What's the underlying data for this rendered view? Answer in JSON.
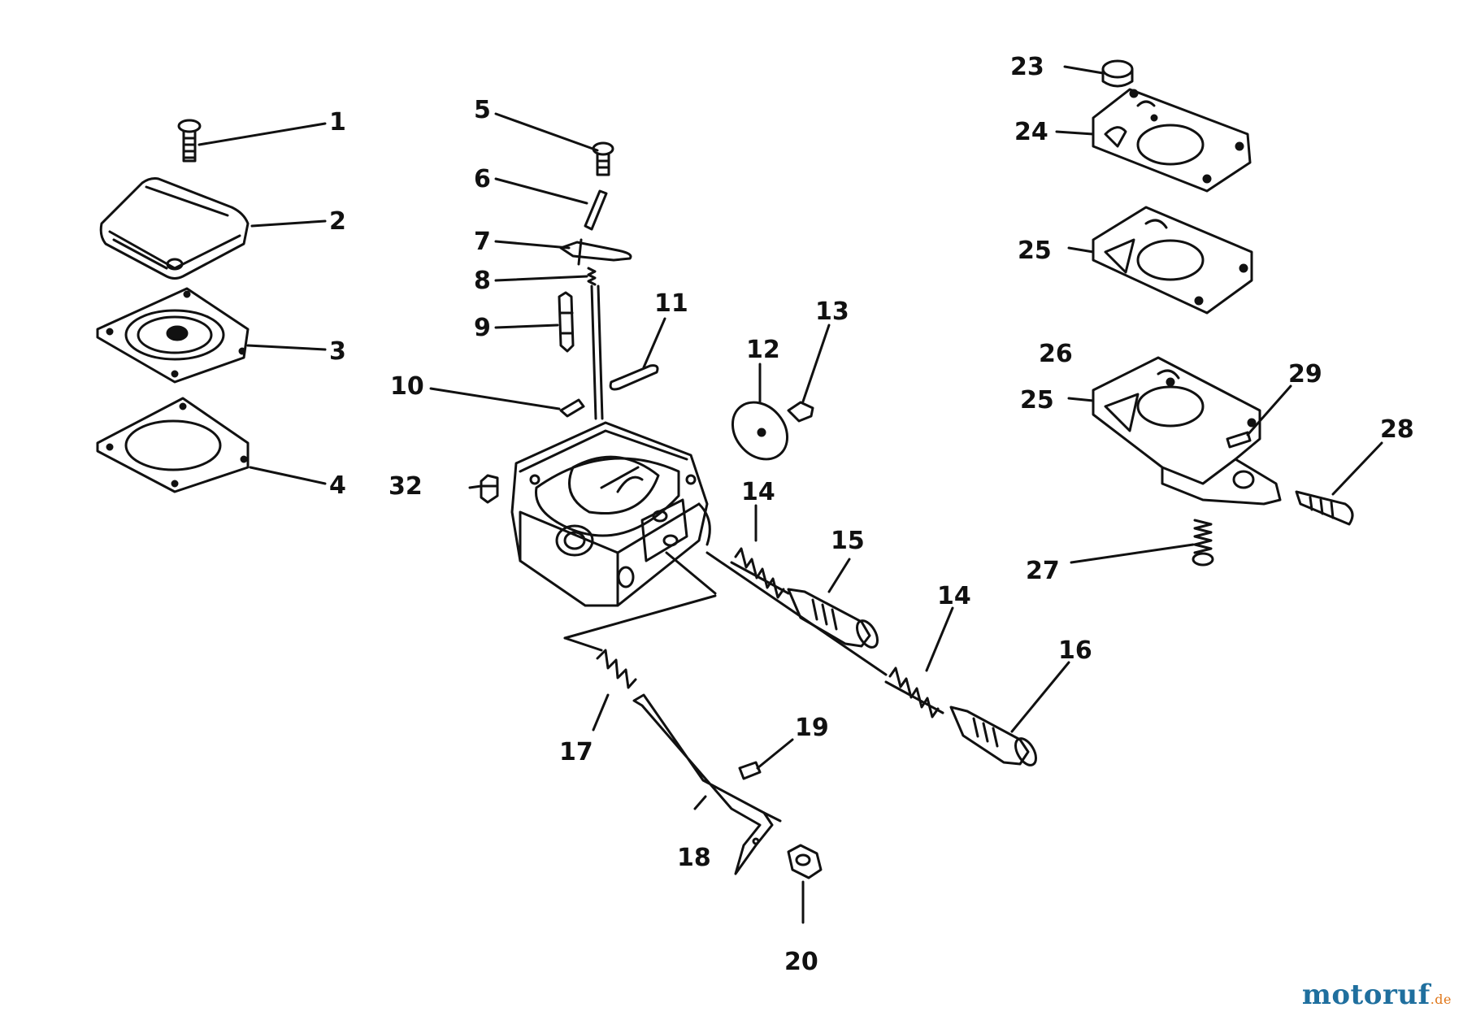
{
  "diagram": {
    "callouts": [
      "1",
      "2",
      "3",
      "4",
      "5",
      "6",
      "7",
      "8",
      "9",
      "10",
      "11",
      "12",
      "13",
      "14",
      "14",
      "15",
      "16",
      "17",
      "18",
      "19",
      "20",
      "23",
      "24",
      "25",
      "25",
      "26",
      "27",
      "28",
      "29",
      "32"
    ]
  },
  "watermark": {
    "main": "motoruf",
    "tld": ".de",
    "colors": {
      "main": "#1f6f9e",
      "tld": "#e0781c"
    }
  }
}
